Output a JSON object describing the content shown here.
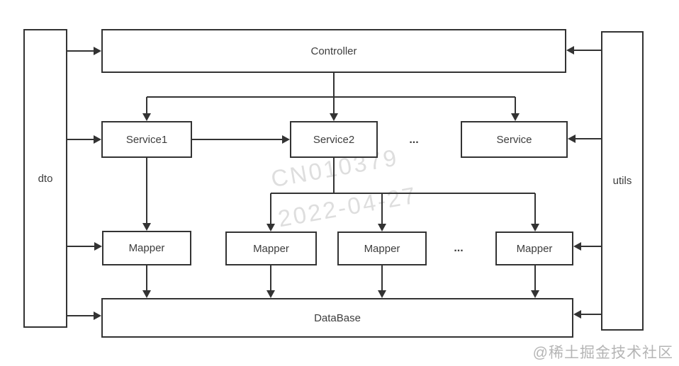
{
  "nodes": {
    "controller": "Controller",
    "dto": "dto",
    "utils": "utils",
    "service1": "Service1",
    "service2": "Service2",
    "service_more": "...",
    "service_n": "Service",
    "mapper1": "Mapper",
    "mapper2": "Mapper",
    "mapper3": "Mapper",
    "mapper_more": "...",
    "mapper4": "Mapper",
    "database": "DataBase"
  },
  "watermark": {
    "line1": "CN010379",
    "line2": "2022-04-27"
  },
  "credit": "@稀土掘金技术社区",
  "colors": {
    "line": "#333333",
    "text": "#3d3d3d",
    "watermark": "#dedede",
    "credit": "#b5b5b5",
    "background": "#ffffff"
  }
}
